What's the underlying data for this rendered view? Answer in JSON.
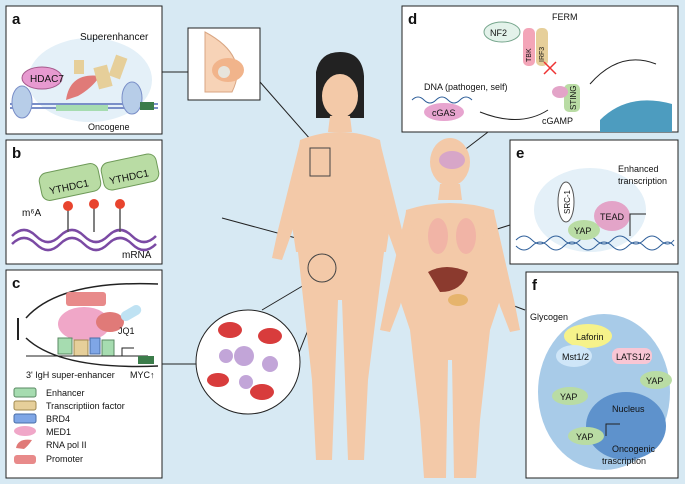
{
  "panels": {
    "a": {
      "letter": "a",
      "superenhancer": "Superenhancer",
      "hdac7": "HDAC7",
      "oncogene": "Oncogene"
    },
    "b": {
      "letter": "b",
      "ythdc1_1": "YTHDC1",
      "ythdc1_2": "YTHDC1",
      "m6a": "m⁶A",
      "mrna": "mRNA"
    },
    "c": {
      "letter": "c",
      "jq1": "JQ1",
      "igh": "3' IgH super-enhancer",
      "myc": "MYC↑"
    },
    "d": {
      "letter": "d",
      "ferm": "FERM",
      "nf2": "NF2",
      "tbk": "TBK",
      "irf3": "IRF3",
      "dna": "DNA (pathogen, self)",
      "cgas": "cGAS",
      "cgamp": "cGAMP",
      "sting": "STING"
    },
    "e": {
      "letter": "e",
      "src1": "SRC-1",
      "tead": "TEAD",
      "yap": "YAP",
      "enhanced": "Enhanced",
      "transcription": "transcription"
    },
    "f": {
      "letter": "f",
      "glycogen": "Glycogen",
      "laforin": "Laforin",
      "mst": "Mst1/2",
      "lats": "LATS1/2",
      "yap1": "YAP",
      "yap2": "YAP",
      "yap3": "YAP",
      "nucleus": "Nucleus",
      "oncogenic": "Oncogenic",
      "trascription": "trascription"
    }
  },
  "legend": [
    {
      "label": "Enhancer",
      "color": "#a6dcb0"
    },
    {
      "label": "Transcriptiion factor",
      "color": "#e6cf9a"
    },
    {
      "label": "BRD4",
      "color": "#7fa6e6"
    },
    {
      "label": "MED1",
      "color": "#f0a7c8"
    },
    {
      "label": "RNA pol II",
      "color": "#e07a78"
    },
    {
      "label": "Promoter",
      "color": "#e88a8a"
    }
  ]
}
